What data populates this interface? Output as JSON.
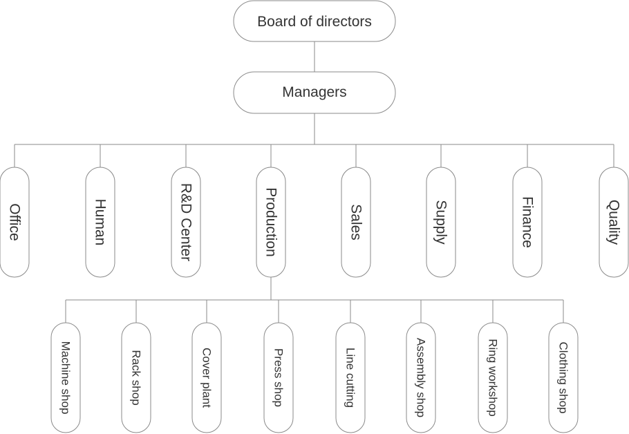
{
  "board": {
    "label": "Board of directors"
  },
  "managers": {
    "label": "Managers"
  },
  "departments": [
    {
      "id": "office",
      "label": "Office"
    },
    {
      "id": "human",
      "label": "Human"
    },
    {
      "id": "rd-center",
      "label": "R&D Center"
    },
    {
      "id": "production",
      "label": "Production"
    },
    {
      "id": "sales",
      "label": "Sales"
    },
    {
      "id": "supply",
      "label": "Supply"
    },
    {
      "id": "finance",
      "label": "Finance"
    },
    {
      "id": "quality",
      "label": "Quality"
    }
  ],
  "production_units": [
    {
      "id": "machine-shop",
      "label": "Machine shop"
    },
    {
      "id": "rack-shop",
      "label": "Rack shop"
    },
    {
      "id": "cover-plant",
      "label": "Cover plant"
    },
    {
      "id": "press-shop",
      "label": "Press shop"
    },
    {
      "id": "line-cutting",
      "label": "Line cutting"
    },
    {
      "id": "assembly-shop",
      "label": "Assembly shop"
    },
    {
      "id": "ring-workshop",
      "label": "Ring workshop"
    },
    {
      "id": "clothing-shop",
      "label": "Clothing shop"
    }
  ],
  "colors": {
    "line": "#8a8a8a",
    "text": "#333333",
    "fill": "#ffffff"
  }
}
